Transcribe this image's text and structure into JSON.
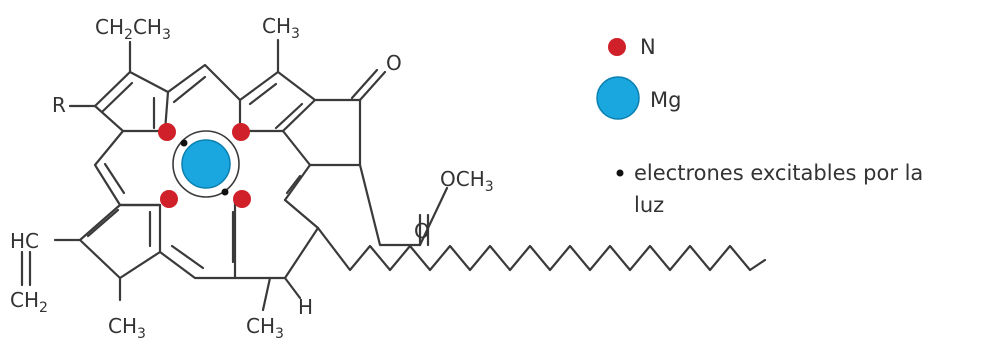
{
  "molecule": {
    "labels": {
      "ethyl_top": "CH",
      "ethyl_top_sub": "2",
      "ethyl_top_tail": "CH",
      "ethyl_top_sub2": "3",
      "methyl_top": "CH",
      "methyl_top_sub": "3",
      "r_group": "R",
      "carbonyl_o": "O",
      "ester_och": "OCH",
      "ester_och_sub": "3",
      "ester_o": "O",
      "vinyl_hc": "HC",
      "vinyl_ch": "CH",
      "vinyl_ch_sub": "2",
      "methyl_bottom_left": "CH",
      "methyl_bottom_left_sub": "3",
      "methyl_bottom_mid": "CH",
      "methyl_bottom_mid_sub": "3",
      "hydrogen": "H"
    },
    "colors": {
      "nitrogen": "#d0202a",
      "magnesium": "#1aa7e0",
      "electron": "#111111",
      "bond": "#3a3a3a"
    }
  },
  "legend": {
    "nitrogen_label": "N",
    "magnesium_label": "Mg",
    "electron_label_line1": "electrones excitables por la",
    "electron_label_line2": "luz"
  }
}
